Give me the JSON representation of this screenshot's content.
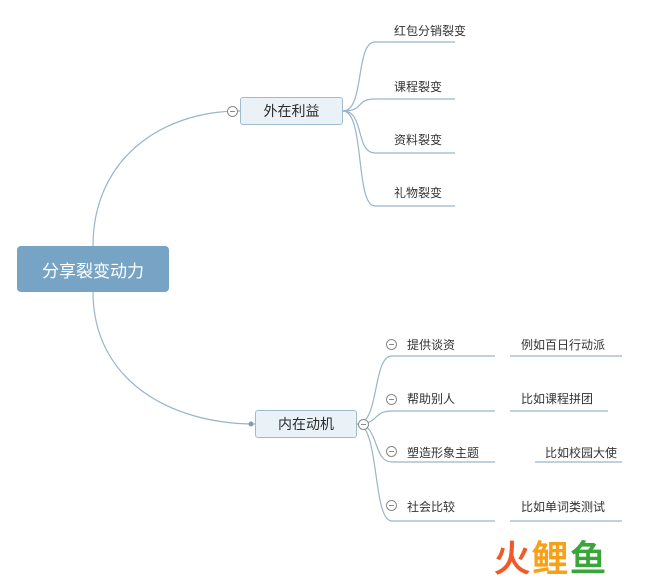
{
  "mindmap": {
    "root": "分享裂变动力",
    "external": {
      "label": "外在利益",
      "items": [
        "红包分销裂变",
        "课程裂变",
        "资料裂变",
        "礼物裂变"
      ]
    },
    "internal": {
      "label": "内在动机",
      "items": [
        {
          "label": "提供谈资",
          "example": "例如百日行动派"
        },
        {
          "label": "帮助别人",
          "example": "比如课程拼团"
        },
        {
          "label": "塑造形象主题",
          "example": "比如校园大使"
        },
        {
          "label": "社会比较",
          "example": "比如单词类测试"
        }
      ]
    }
  },
  "watermark": {
    "text": "火鲤鱼",
    "colors": [
      "#f05a28",
      "#f7a11a",
      "#3aa63a"
    ]
  },
  "colors": {
    "root_fill": "#77a4c4",
    "node_fill": "#eaf2f8",
    "connector": "#9ab4c8"
  }
}
